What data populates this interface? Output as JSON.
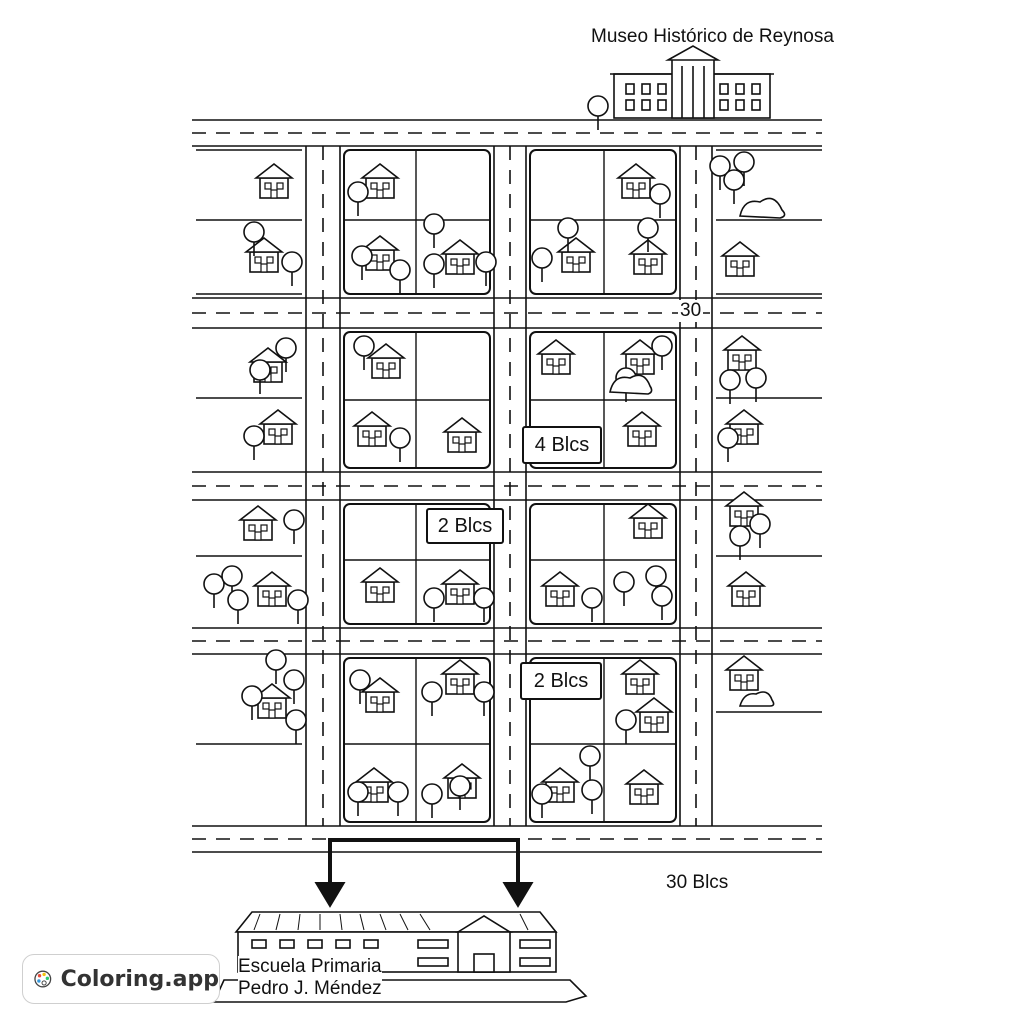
{
  "labels": {
    "museum": "Museo Histórico de Reynosa",
    "street_number": "30",
    "distance_4": "4 Blcs",
    "distance_2a": "2 Blcs",
    "distance_2b": "2 Blcs",
    "distance_30": "30 Blcs",
    "school_line1": "Escuela Primaria",
    "school_line2": "Pedro J. Méndez"
  },
  "watermark": {
    "text": "Coloring.app",
    "icon": "palette-icon"
  },
  "colors": {
    "ink": "#111111",
    "background": "#ffffff"
  }
}
